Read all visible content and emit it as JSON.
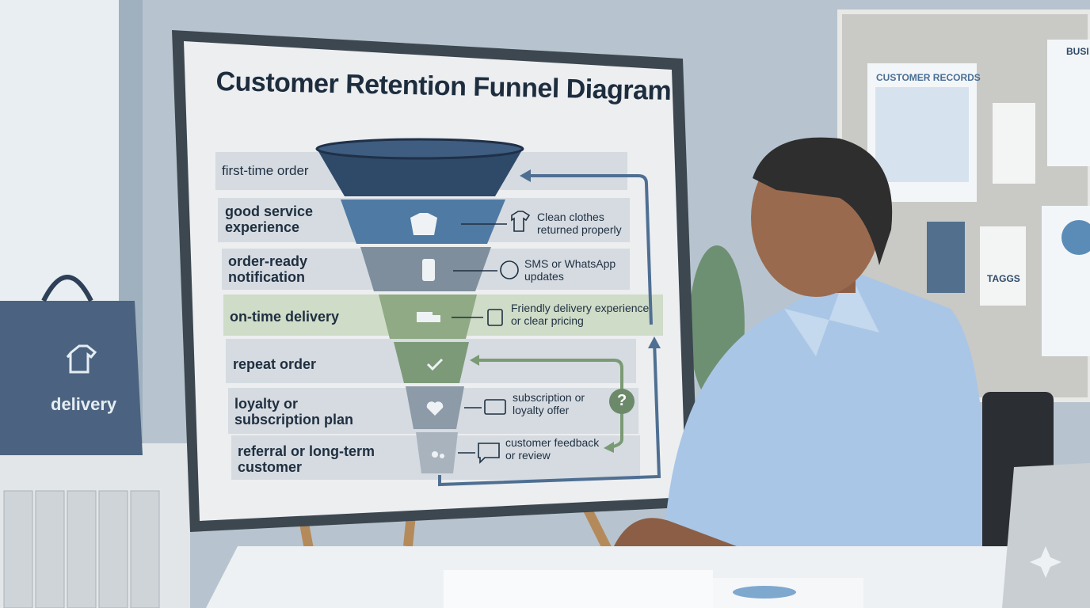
{
  "board": {
    "title": "Customer Retention Funnel Diagram",
    "stages": [
      {
        "label": "first-time order"
      },
      {
        "label": "good service experience"
      },
      {
        "label": "order-ready notification"
      },
      {
        "label": "on-time delivery"
      },
      {
        "label": "repeat order"
      },
      {
        "label": "loyalty or subscription plan"
      },
      {
        "label": "referral or long-term customer"
      }
    ],
    "notes": [
      {
        "text": "Clean clothes returned properly",
        "icon": "t-shirt-icon"
      },
      {
        "text": "SMS or WhatsApp updates",
        "icon": "whatsapp-icon"
      },
      {
        "text": "Friendly delivery experience or clear pricing",
        "icon": "price-bag-icon"
      },
      {
        "text": "subscription or loyalty offer",
        "icon": "card-icon"
      },
      {
        "text": "customer feedback or review",
        "icon": "chat-icon"
      }
    ],
    "question_mark": "?"
  },
  "bag": {
    "label": "delivery"
  },
  "corkboard": {
    "records_title": "CUSTOMER RECORDS",
    "tag_label": "TAGGS",
    "business_title": "BUSI"
  },
  "colors": {
    "navy": "#2f4a68",
    "blue": "#4f7aa3",
    "gray": "#7f8e9c",
    "green": "#8faa84",
    "wall": "#b9c6d1"
  }
}
